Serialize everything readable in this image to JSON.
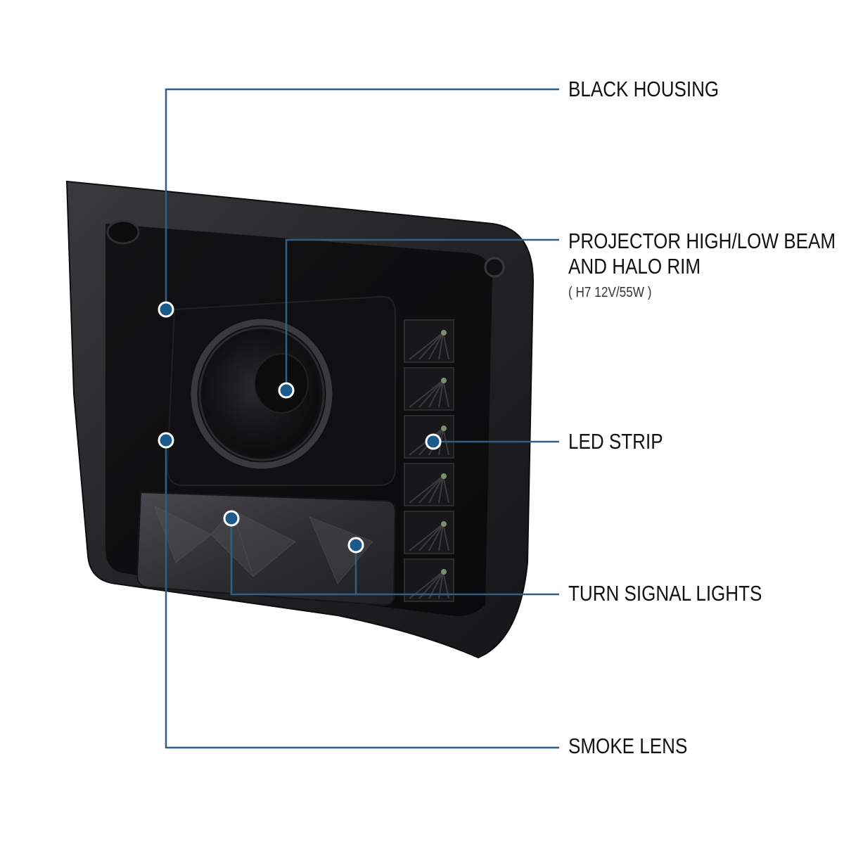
{
  "colors": {
    "leader_line": "#2f5f86",
    "marker_fill": "#1d5a8c",
    "marker_ring": "#ffffff",
    "housing": "#1a1a1c",
    "lens_smoke": "#3a3a3d"
  },
  "callouts": {
    "black_housing": {
      "label": "BLACK HOUSING"
    },
    "projector": {
      "label_line1": "PROJECTOR HIGH/LOW BEAM",
      "label_line2": "AND HALO RIM",
      "spec": "( H7 12V/55W )"
    },
    "led_strip": {
      "label": "LED STRIP"
    },
    "turn_signal": {
      "label": "TURN SIGNAL LIGHTS"
    },
    "smoke_lens": {
      "label": "SMOKE LENS"
    }
  }
}
